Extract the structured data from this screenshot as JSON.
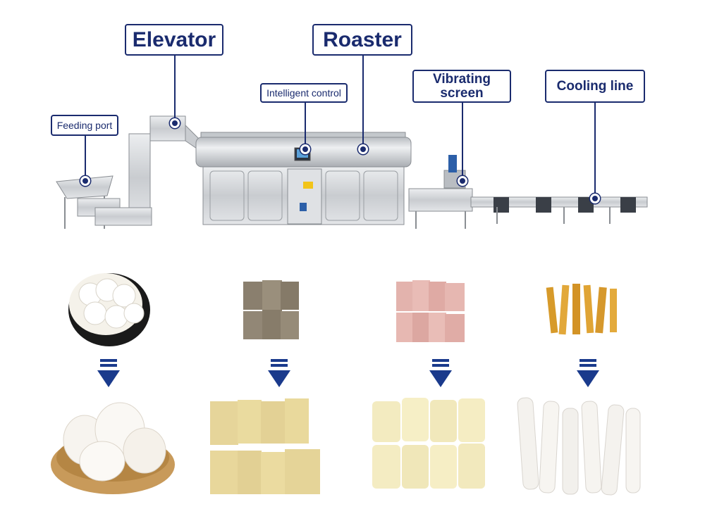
{
  "labels": {
    "elevator": "Elevator",
    "roaster": "Roaster",
    "intelligent_control": "Intelligent control",
    "vibrating_screen": "Vibrating screen",
    "cooling_line": "Cooling line",
    "feeding_port": "Feeding port"
  },
  "colors": {
    "label_border": "#1a2b6e",
    "arrow": "#1a3a8c",
    "steel": "#d8dadd"
  },
  "icons": [
    "down-arrow-icon",
    "marker-dot-icon"
  ]
}
